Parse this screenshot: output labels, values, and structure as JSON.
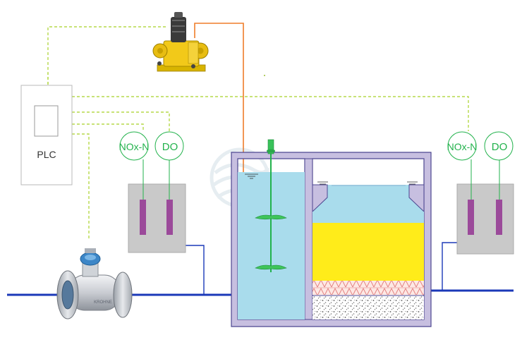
{
  "plc": {
    "label": "PLC"
  },
  "sensors_left": {
    "nox_label": "NOx-N",
    "do_label": "DO"
  },
  "sensors_right": {
    "nox_label": "NOx-N",
    "do_label": "DO"
  },
  "flowmeter": {
    "brand": "KROHNE"
  },
  "colors": {
    "signal_line": "#b6d94a",
    "dosing_line": "#ef7d2a",
    "pipe": "#1b39b8",
    "sensor_ring": "#22b24c",
    "probe": "#9b4a9a",
    "tank_wall": "#c7bfe0",
    "water": "#a9dcec",
    "media": "#ffec1a"
  }
}
